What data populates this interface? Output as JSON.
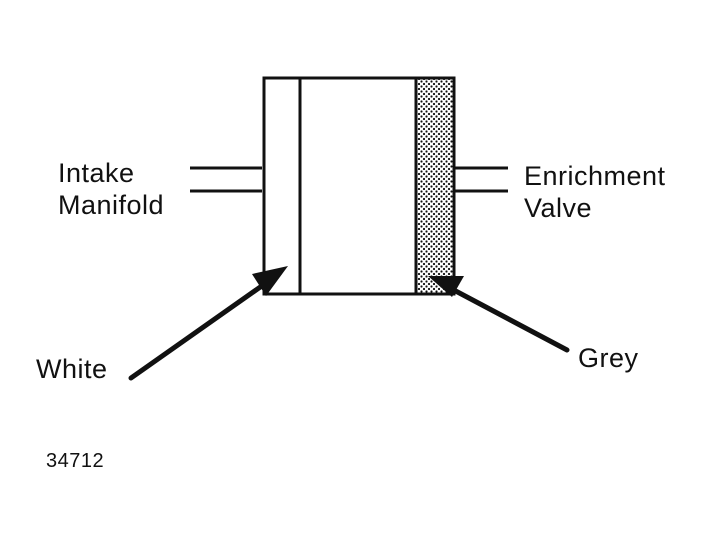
{
  "labels": {
    "intake_line1": "Intake",
    "intake_line2": "Manifold",
    "enrichment_line1": "Enrichment",
    "enrichment_line2": "Valve",
    "white": "White",
    "grey": "Grey"
  },
  "figure_number": "34712",
  "colors": {
    "ink": "#111111",
    "background": "#ffffff"
  }
}
